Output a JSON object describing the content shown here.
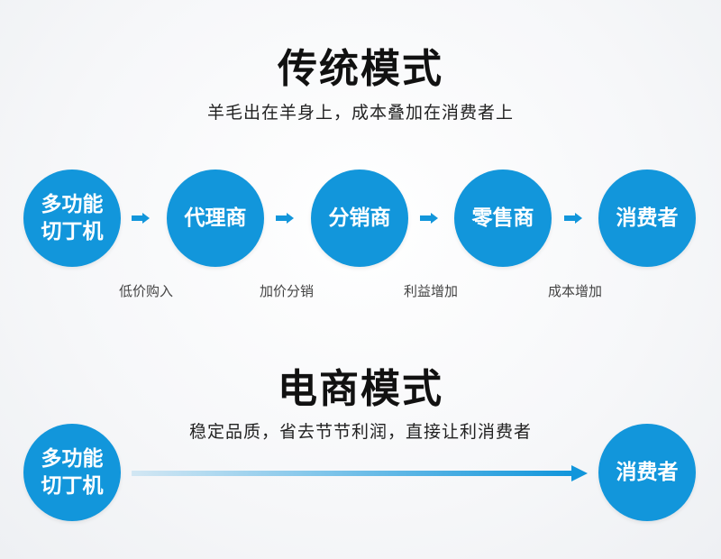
{
  "traditional": {
    "title": "传统模式",
    "subtitle": "羊毛出在羊身上，成本叠加在消费者上",
    "nodes": [
      {
        "label": "多功能\n切丁机"
      },
      {
        "label": "代理商"
      },
      {
        "label": "分销商"
      },
      {
        "label": "零售商"
      },
      {
        "label": "消费者"
      }
    ],
    "notes": [
      "低价购入",
      "加价分销",
      "利益增加",
      "成本增加"
    ]
  },
  "ecommerce": {
    "title": "电商模式",
    "subtitle": "稳定品质，省去节节利润，直接让利消费者",
    "source": "多功能\n切丁机",
    "target": "消费者"
  },
  "colors": {
    "node": "#1296db",
    "arrow": "#1296db",
    "text": "#111111"
  }
}
